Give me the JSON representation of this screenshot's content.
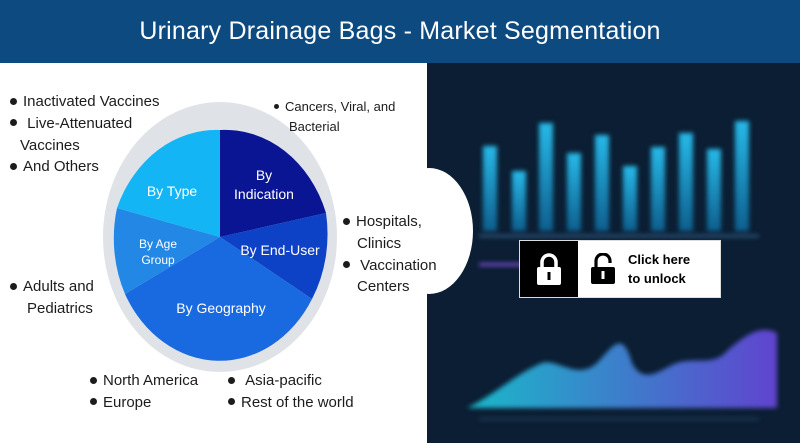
{
  "header": {
    "title": "Urinary Drainage Bags  - Market Segmentation"
  },
  "pie": {
    "segments": {
      "by_indication": "By Indication",
      "by_end_user": "By End-User",
      "by_geography": "By Geography",
      "by_age_group": "By Age Group",
      "by_type": "By Type"
    },
    "colors": {
      "indication": "#0a1594",
      "end_user": "#0d42c7",
      "geography": "#1969e0",
      "age_group": "#2387e6",
      "type": "#14b5f5"
    }
  },
  "labels": {
    "type_items": [
      "Inactivated Vaccines",
      "Live-Attenuated",
      "Vaccines",
      "And Others"
    ],
    "indication_items": [
      "Cancers, Viral, and",
      "Bacterial"
    ],
    "end_user_items": [
      "Hospitals,",
      "Clinics",
      "Vaccination",
      "Centers"
    ],
    "age_group_items": [
      "Adults and",
      "Pediatrics"
    ],
    "geography_items": [
      "North America",
      "Europe",
      "Asia-pacific",
      "Rest of the world"
    ]
  },
  "unlock": {
    "text_line1": "Click here",
    "text_line2": "to unlock"
  }
}
